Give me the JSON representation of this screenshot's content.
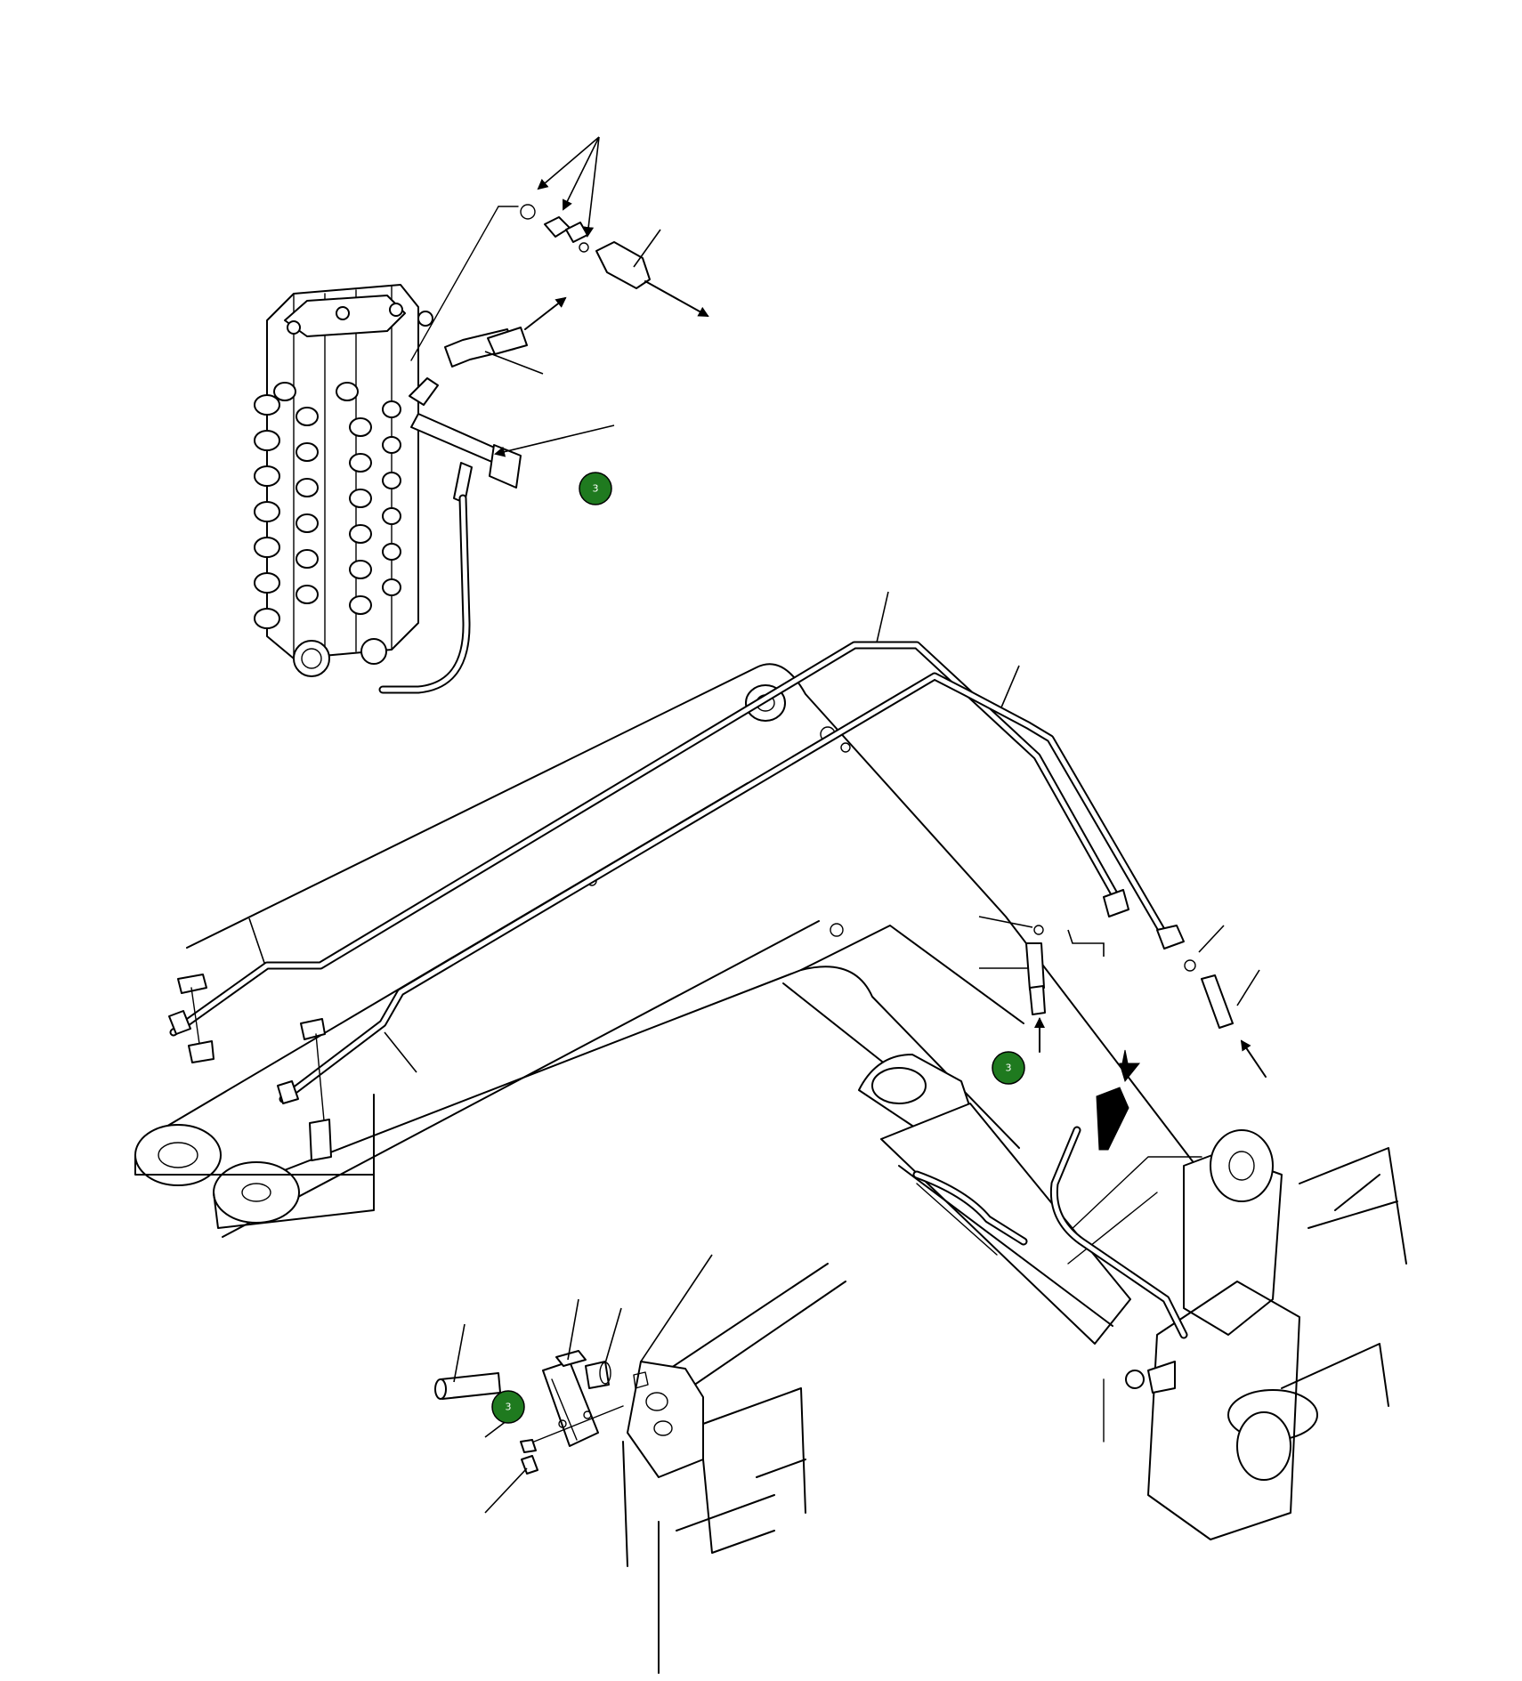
{
  "markers": [
    {
      "id": "marker-1",
      "label": "3",
      "color": "#1f7a1f"
    },
    {
      "id": "marker-2",
      "label": "3",
      "color": "#1f7a1f"
    },
    {
      "id": "marker-3",
      "label": "3",
      "color": "#1f7a1f"
    }
  ],
  "icons": {
    "control-valve": "control-valve-icon",
    "boom": "boom-icon",
    "bracket-detail": "bracket-detail-icon"
  }
}
